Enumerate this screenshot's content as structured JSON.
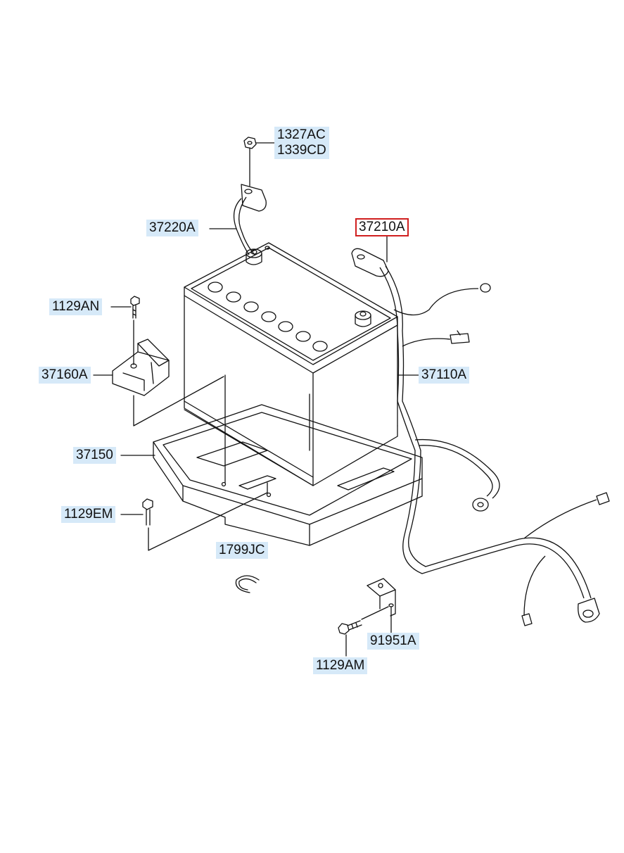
{
  "labels": {
    "l1327": "1327AC\n1339CD",
    "l37220": "37220A",
    "l37210": "37210A",
    "l1129AN": "1129AN",
    "l37160": "37160A",
    "l37110": "37110A",
    "l37150": "37150",
    "l1129EM": "1129EM",
    "l1799": "1799JC",
    "l91951": "91951A",
    "l1129AM": "1129AM"
  },
  "colors": {
    "label_bg": "#d6e9f8",
    "highlight_border": "#d01f1f"
  }
}
